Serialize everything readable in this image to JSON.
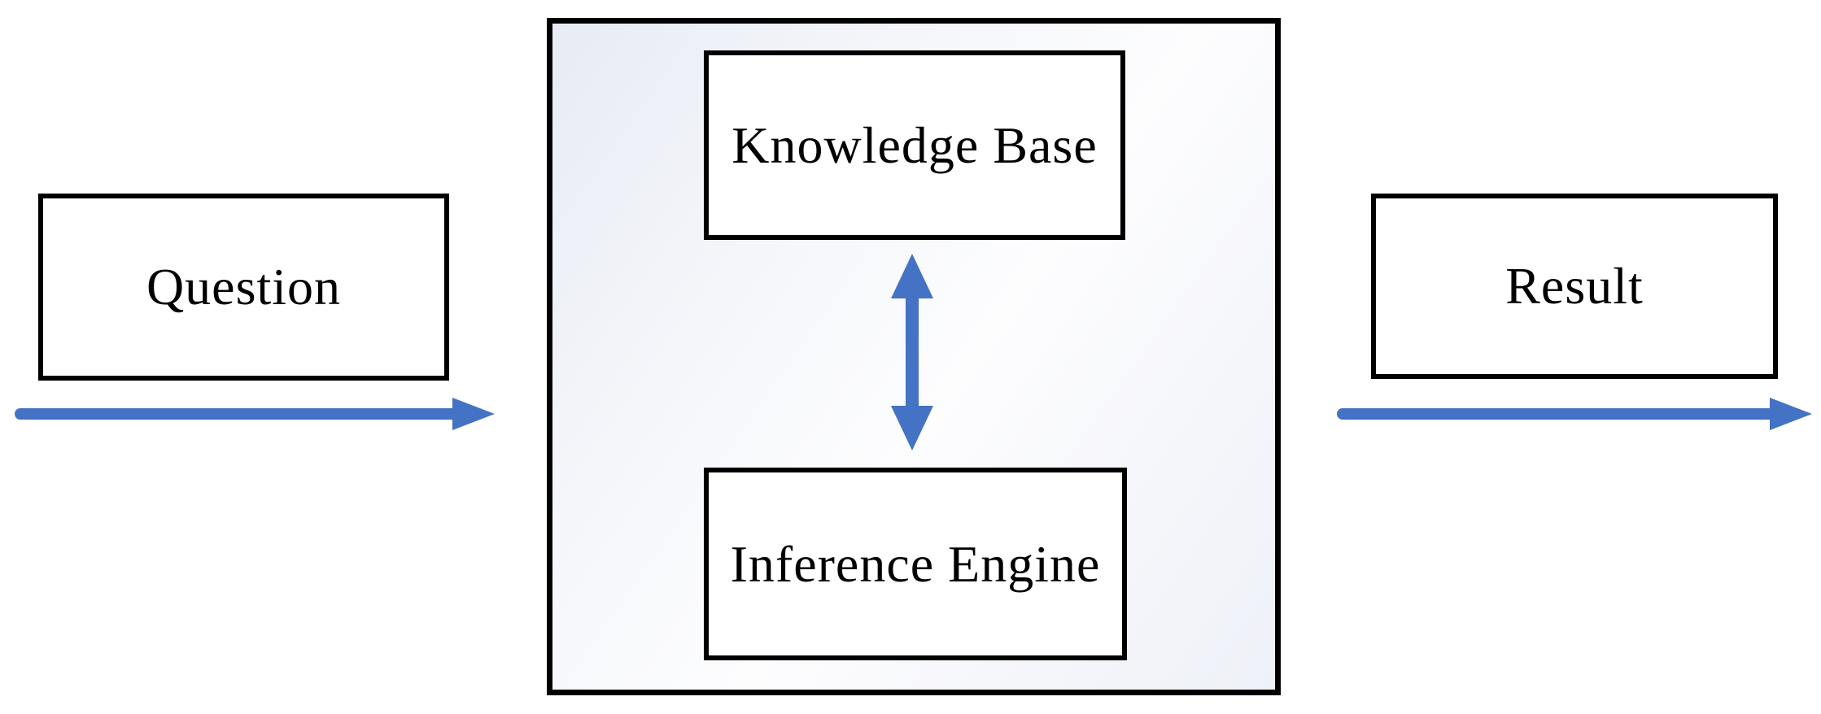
{
  "diagram": {
    "nodes": {
      "question": {
        "label": "Question"
      },
      "knowledge_base": {
        "label": "Knowledge Base"
      },
      "inference_engine": {
        "label": "Inference Engine"
      },
      "result": {
        "label": "Result"
      }
    },
    "colors": {
      "arrow_blue": "#4472C4",
      "border_black": "#000000",
      "box_fill": "#FFFFFF",
      "page_background": "#FFFFFF",
      "container_gradient_start": "#E8EBF4",
      "container_gradient_end": "#EEF1F8"
    }
  }
}
